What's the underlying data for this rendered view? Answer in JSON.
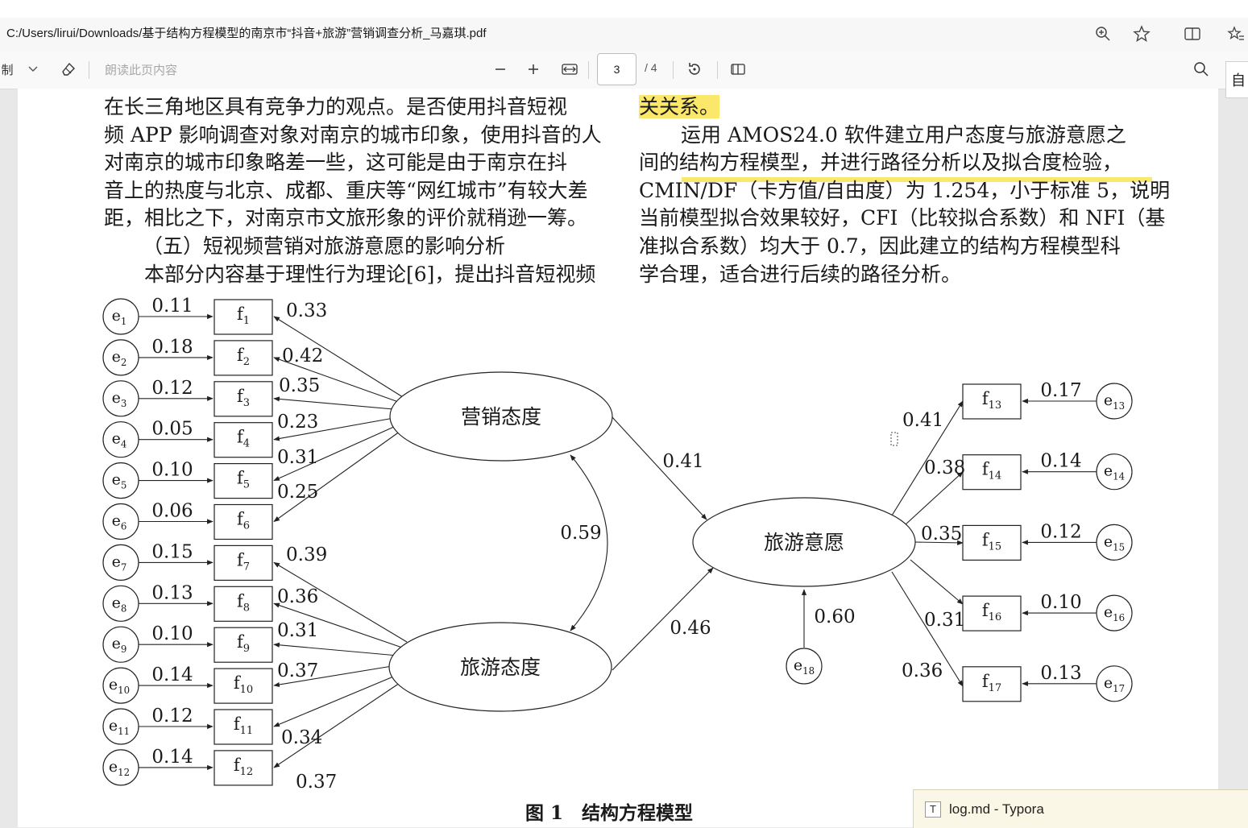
{
  "browser": {
    "url": "C:/Users/lirui/Downloads/基于结构方程模型的南京市“抖音+旅游”营销调查分析_马嘉琪.pdf"
  },
  "toolbar": {
    "left_label": "制",
    "read_aloud": "朗读此页内容",
    "page_current": "3",
    "page_total": "/ 4",
    "side_label": "自"
  },
  "doc": {
    "left_lines": [
      "在长三角地区具有竞争力的观点。是否使用抖音短视",
      "频 APP 影响调查对象对南京的城市印象，使用抖音的人",
      "对南京的城市印象略差一些，这可能是由于南京在抖",
      "音上的热度与北京、成都、重庆等“网红城市”有较大差",
      "距，相比之下，对南京市文旅形象的评价就稍逊一筹。",
      "（五）短视频营销对旅游意愿的影响分析",
      "本部分内容基于理性行为理论[6]，提出抖音短视频"
    ],
    "right_highlight": "关关系。",
    "right_lines": [
      "运用 AMOS24.0 软件建立用户态度与旅游意愿之",
      "间的结构方程模型，并进行路径分析以及拟合度检验，",
      "CMIN/DF（卡方值/自由度）为 1.254，小于标准 5，说明",
      "当前模型拟合效果较好，CFI（比较拟合系数）和 NFI（基",
      "准拟合系数）均大于 0.7，因此建立的结构方程模型科",
      "学合理，适合进行后续的路径分析。"
    ],
    "caption": "图 1　结构方程模型"
  },
  "diagram": {
    "latent": {
      "marketing": "营销态度",
      "tourism_attitude": "旅游态度",
      "intention": "旅游意愿"
    },
    "left_items": [
      {
        "e": "e",
        "es": "1",
        "f": "f",
        "fs": "1",
        "err": "0.11",
        "load": "0.33"
      },
      {
        "e": "e",
        "es": "2",
        "f": "f",
        "fs": "2",
        "err": "0.18",
        "load": "0.42"
      },
      {
        "e": "e",
        "es": "3",
        "f": "f",
        "fs": "3",
        "err": "0.12",
        "load": "0.35"
      },
      {
        "e": "e",
        "es": "4",
        "f": "f",
        "fs": "4",
        "err": "0.05",
        "load": "0.23"
      },
      {
        "e": "e",
        "es": "5",
        "f": "f",
        "fs": "5",
        "err": "0.10",
        "load": "0.31"
      },
      {
        "e": "e",
        "es": "6",
        "f": "f",
        "fs": "6",
        "err": "0.06",
        "load": "0.25"
      },
      {
        "e": "e",
        "es": "7",
        "f": "f",
        "fs": "7",
        "err": "0.15",
        "load": "0.39"
      },
      {
        "e": "e",
        "es": "8",
        "f": "f",
        "fs": "8",
        "err": "0.13",
        "load": "0.36"
      },
      {
        "e": "e",
        "es": "9",
        "f": "f",
        "fs": "9",
        "err": "0.10",
        "load": "0.31"
      },
      {
        "e": "e",
        "es": "10",
        "f": "f",
        "fs": "10",
        "err": "0.14",
        "load": "0.37"
      },
      {
        "e": "e",
        "es": "11",
        "f": "f",
        "fs": "11",
        "err": "0.12",
        "load": "0.34"
      },
      {
        "e": "e",
        "es": "12",
        "f": "f",
        "fs": "12",
        "err": "0.14",
        "load": "0.37"
      }
    ],
    "right_items": [
      {
        "e": "e",
        "es": "13",
        "f": "f",
        "fs": "13",
        "err": "0.17",
        "load": "0.41"
      },
      {
        "e": "e",
        "es": "14",
        "f": "f",
        "fs": "14",
        "err": "0.14",
        "load": "0.38"
      },
      {
        "e": "e",
        "es": "15",
        "f": "f",
        "fs": "15",
        "err": "0.12",
        "load": "0.35"
      },
      {
        "e": "e",
        "es": "16",
        "f": "f",
        "fs": "16",
        "err": "0.10",
        "load": "0.31"
      },
      {
        "e": "e",
        "es": "17",
        "f": "f",
        "fs": "17",
        "err": "0.13",
        "load": "0.36"
      }
    ],
    "paths": {
      "marketing_to_intention": "0.41",
      "tourism_to_intention": "0.46",
      "covariance": "0.59",
      "e18_to_intention": "0.60"
    },
    "e18": {
      "e": "e",
      "es": "18"
    }
  },
  "taskbar": {
    "typora_icon": "T",
    "typora_label": "log.md - Typora"
  }
}
